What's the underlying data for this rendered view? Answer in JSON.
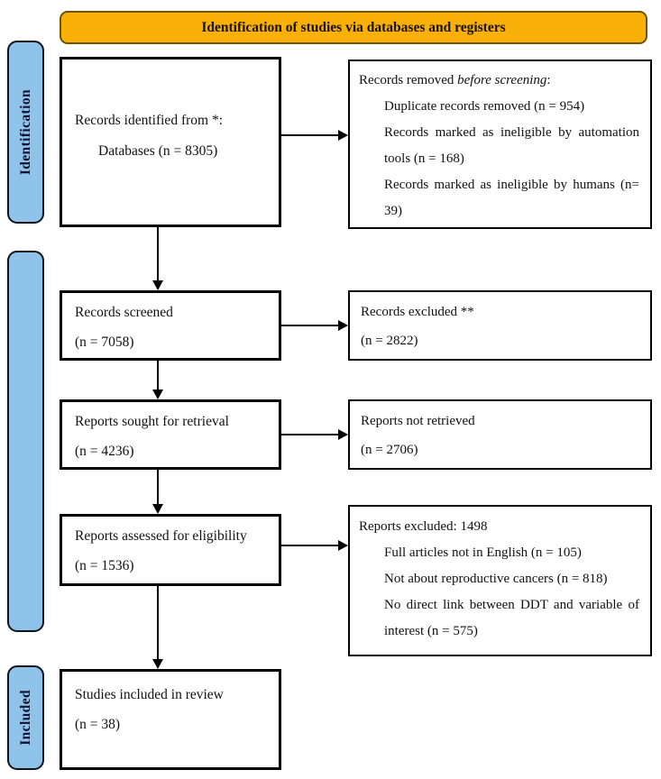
{
  "banner": {
    "title": "Identification of studies via databases and registers"
  },
  "stages": {
    "identification": "Identification",
    "screening": "",
    "included": "Included"
  },
  "flow": {
    "box1": {
      "line1": "Records identified from *:",
      "line2": "Databases (n = 8305)"
    },
    "box2": {
      "line1": "Records screened",
      "line2": "(n = 7058)"
    },
    "box3": {
      "line1": "Reports sought for retrieval",
      "line2": "(n = 4236)"
    },
    "box4": {
      "line1": "Reports assessed for eligibility",
      "line2": "(n = 1536)"
    },
    "box5": {
      "line1": "Studies included in review",
      "line2": "(n = 38)"
    }
  },
  "side": {
    "r1": {
      "title_prefix": "Records removed ",
      "title_italic": "before screening",
      "title_suffix": ":",
      "items": [
        "Duplicate records removed (n = 954)",
        "Records marked as ineligible by automation tools (n = 168)",
        "Records marked as ineligible by humans (n= 39)"
      ]
    },
    "r2": {
      "line1": "Records excluded **",
      "line2": "(n = 2822)"
    },
    "r3": {
      "line1": "Reports not retrieved",
      "line2": "(n = 2706)"
    },
    "r4": {
      "title": "Reports excluded: 1498",
      "items": [
        "Full articles not in English (n = 105)",
        "Not about reproductive cancers (n = 818)",
        "No direct link between DDT and variable of interest (n = 575)"
      ]
    }
  },
  "colors": {
    "banner_fill": "#F9B008",
    "banner_border": "#6d5400",
    "stage_fill": "#8FC3E9",
    "stage_border": "#10131c",
    "box_border": "#000000",
    "background": "#ffffff"
  }
}
